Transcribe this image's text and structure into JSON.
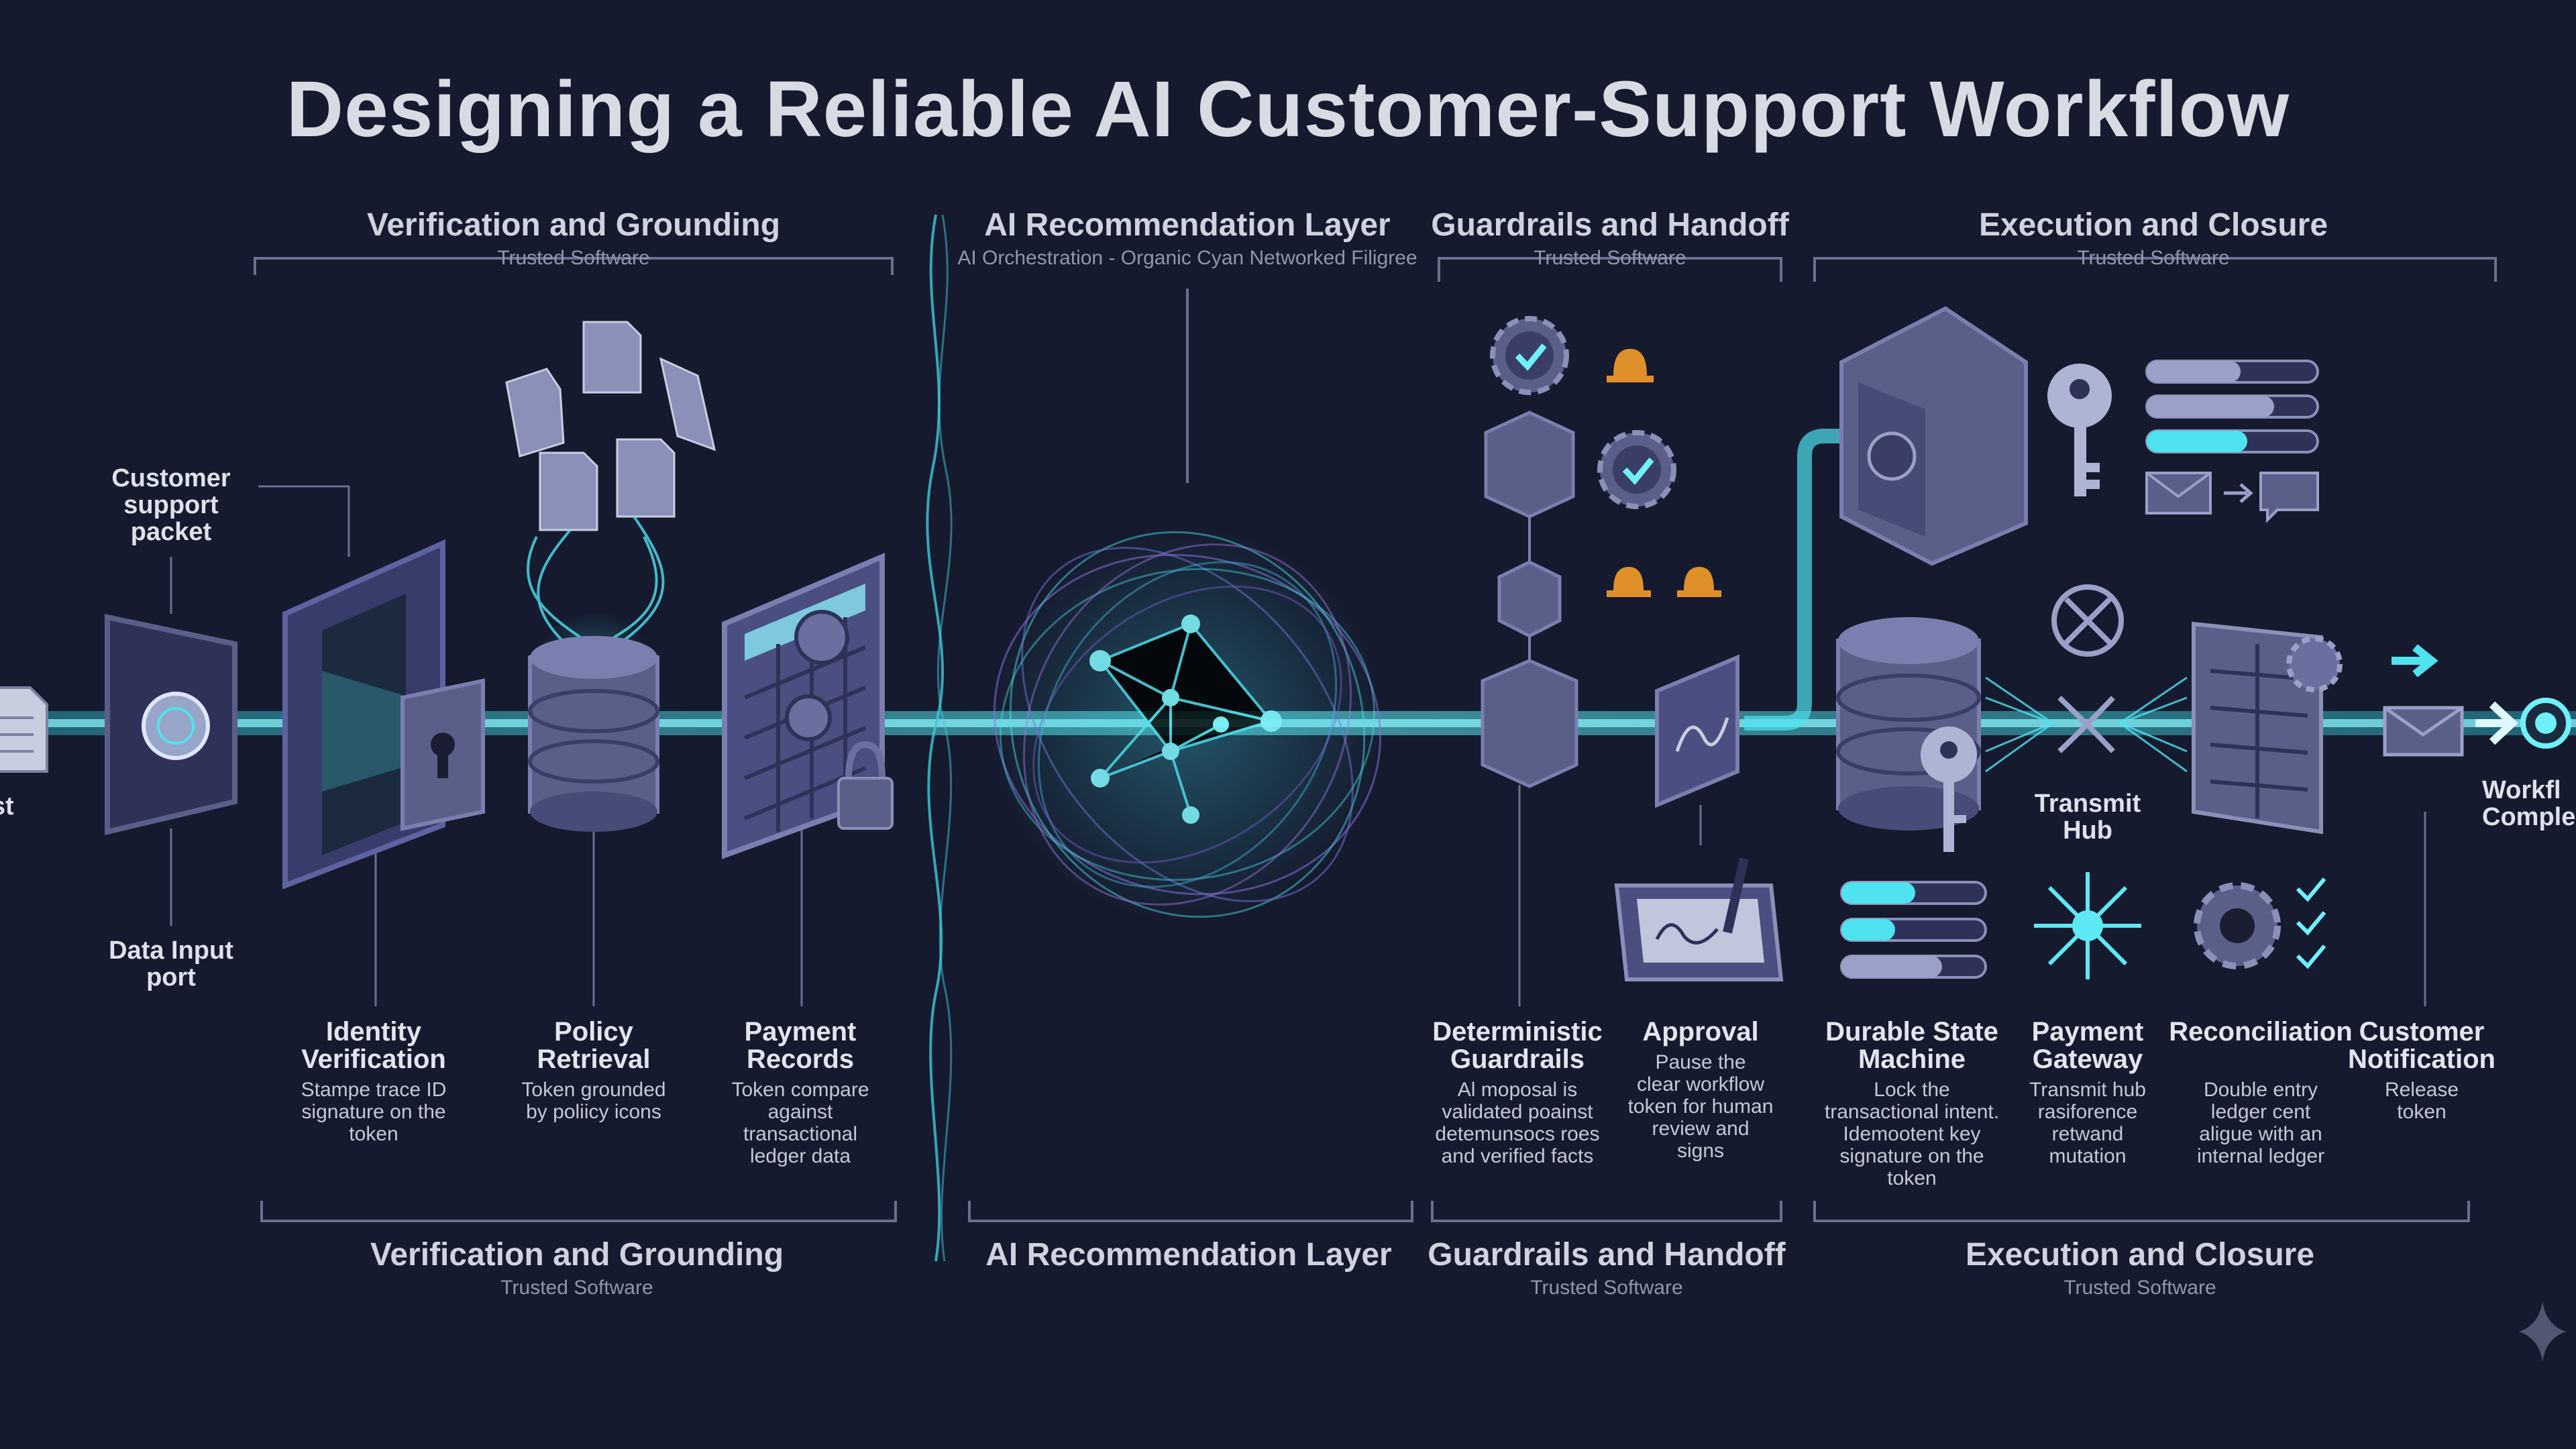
{
  "title": "Designing a Reliable AI Customer-Support Workflow",
  "sections_top": [
    {
      "title": "Verification and Grounding",
      "sub": "Trusted Software"
    },
    {
      "title": "AI Recommendation Layer",
      "sub": "AI Orchestration - Organic Cyan Networked Filigree"
    },
    {
      "title": "Guardrails and Handoff",
      "sub": "Trusted Software"
    },
    {
      "title": "Execution and Closure",
      "sub": "Trusted Software"
    }
  ],
  "sections_bottom": [
    {
      "title": "Verification and Grounding",
      "sub": "Trusted Software"
    },
    {
      "title": "AI Recommendation Layer",
      "sub": ""
    },
    {
      "title": "Guardrails and Handoff",
      "sub": "Trusted Software"
    },
    {
      "title": "Execution and Closure",
      "sub": "Trusted Software"
    }
  ],
  "side_labels": {
    "request": "quest",
    "packet": "Customer\nsupport\npacket",
    "port": "Data Input\nport",
    "hub": "Transmit\nHub",
    "complete": "Workfl\nComple"
  },
  "stages": [
    {
      "name": "Identity\nVerification",
      "desc": "Stampe trace ID\nsignature on the\ntoken"
    },
    {
      "name": "Policy\nRetrieval",
      "desc": "Token grounded\nby poliicy icons"
    },
    {
      "name": "Payment\nRecords",
      "desc": "Token compare\nagainst\ntransactional\nledger data"
    },
    {
      "name": "Deterministic\nGuardrails",
      "desc": "Al moposal is\nvalidated poainst\ndetemunsocs roes\nand verified facts"
    },
    {
      "name": "Approval",
      "desc": "Pause the\nclear workflow\ntoken for human\nreview and\nsigns"
    },
    {
      "name": "Durable State\nMachine",
      "desc": "Lock the\ntransactional intent.\nIdemootent key\nsignature on the\ntoken"
    },
    {
      "name": "Payment\nGateway",
      "desc": "Transmit hub\nrasiforence\nretwand\nmutation"
    },
    {
      "name": "Reconciliation",
      "desc": "Double entry\nledger cent\naligue with an\ninternal ledger"
    },
    {
      "name": "Customer\nNotification",
      "desc": "Release\ntoken"
    }
  ],
  "colors": {
    "background": "#161a2e",
    "cyan": "#4fe3f0",
    "purple": "#8a6fd8",
    "slate": "#5a5f8a",
    "warning": "#e0902a"
  }
}
